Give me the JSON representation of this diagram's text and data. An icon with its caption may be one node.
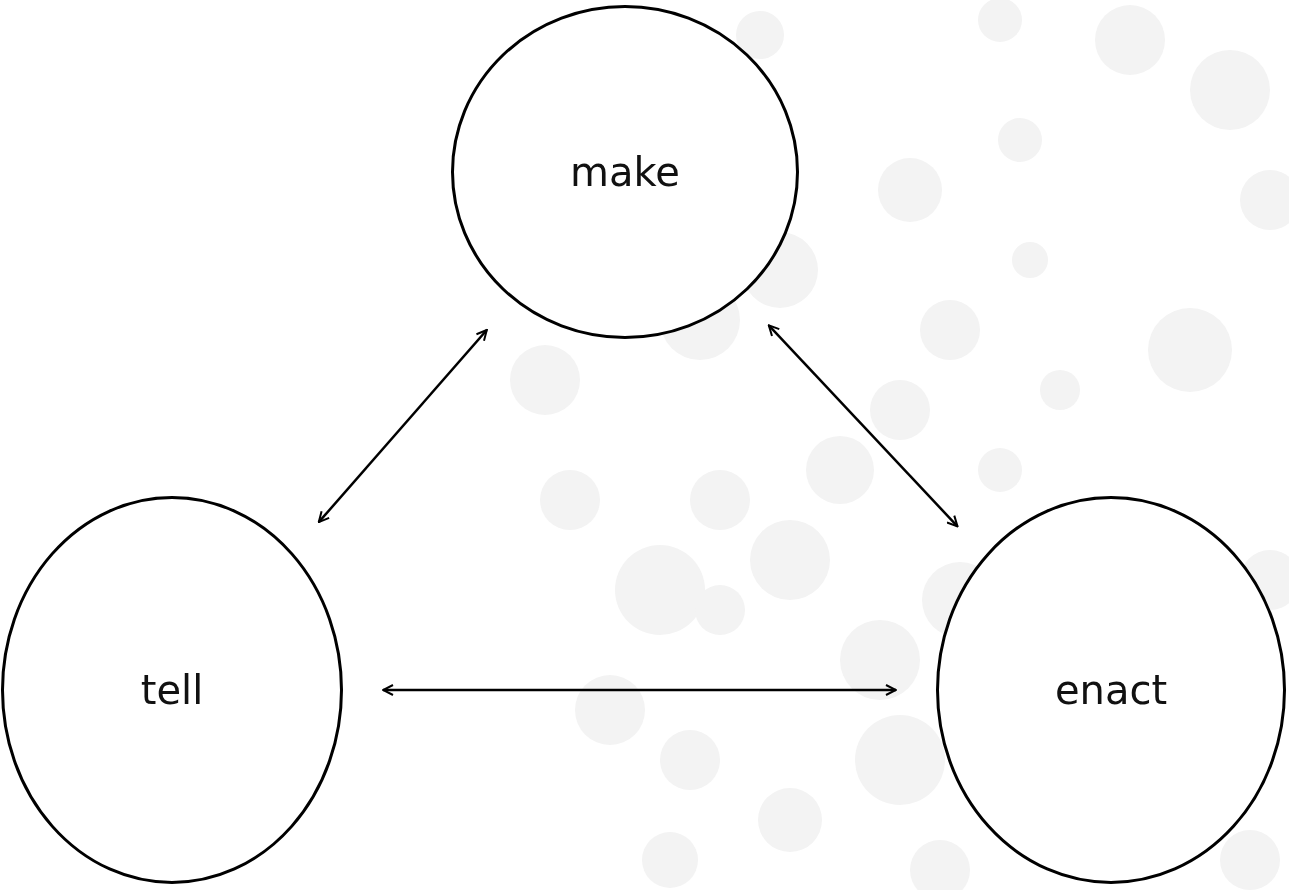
{
  "diagram": {
    "nodes": [
      {
        "text": [
          "make"
        ]
      },
      {
        "text": [
          "tell"
        ]
      },
      {
        "text": [
          "enact"
        ]
      }
    ],
    "edges": [
      {
        "from": 1,
        "to": 0,
        "arrow": "both"
      },
      {
        "from": 0,
        "to": 2,
        "arrow": "both"
      },
      {
        "from": 1,
        "to": 2,
        "arrow": "both"
      }
    ]
  }
}
